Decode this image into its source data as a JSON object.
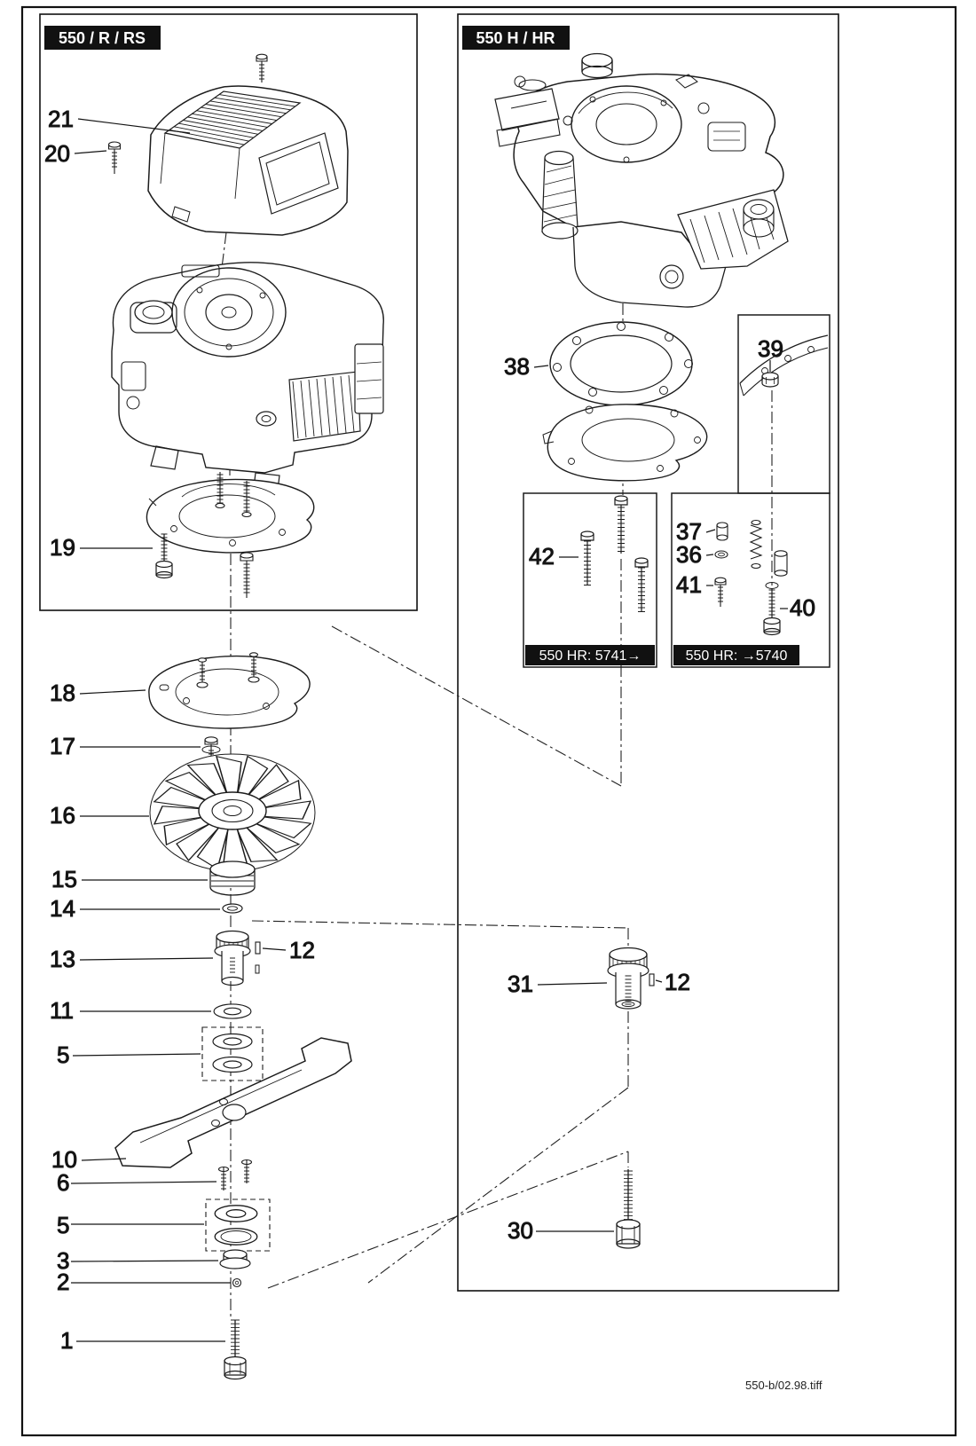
{
  "doc": {
    "footer": "550-b/02.98.tiff"
  },
  "panels": {
    "left": {
      "title": "550 / R / RS"
    },
    "right": {
      "title": "550 H / HR"
    }
  },
  "callouts": {
    "hr_after": "550 HR:  5741→",
    "hr_before": "550 HR:  →5740"
  },
  "parts": {
    "n1": "1",
    "n2": "2",
    "n3": "3",
    "n5_upper": "5",
    "n5_lower": "5",
    "n6": "6",
    "n10": "10",
    "n11": "11",
    "n12_left": "12",
    "n12_right": "12",
    "n13": "13",
    "n14": "14",
    "n15": "15",
    "n16": "16",
    "n17": "17",
    "n18": "18",
    "n19": "19",
    "n20": "20",
    "n21": "21",
    "n30": "30",
    "n31": "31",
    "n36": "36",
    "n37": "37",
    "n38": "38",
    "n39": "39",
    "n40": "40",
    "n41": "41",
    "n42": "42"
  }
}
